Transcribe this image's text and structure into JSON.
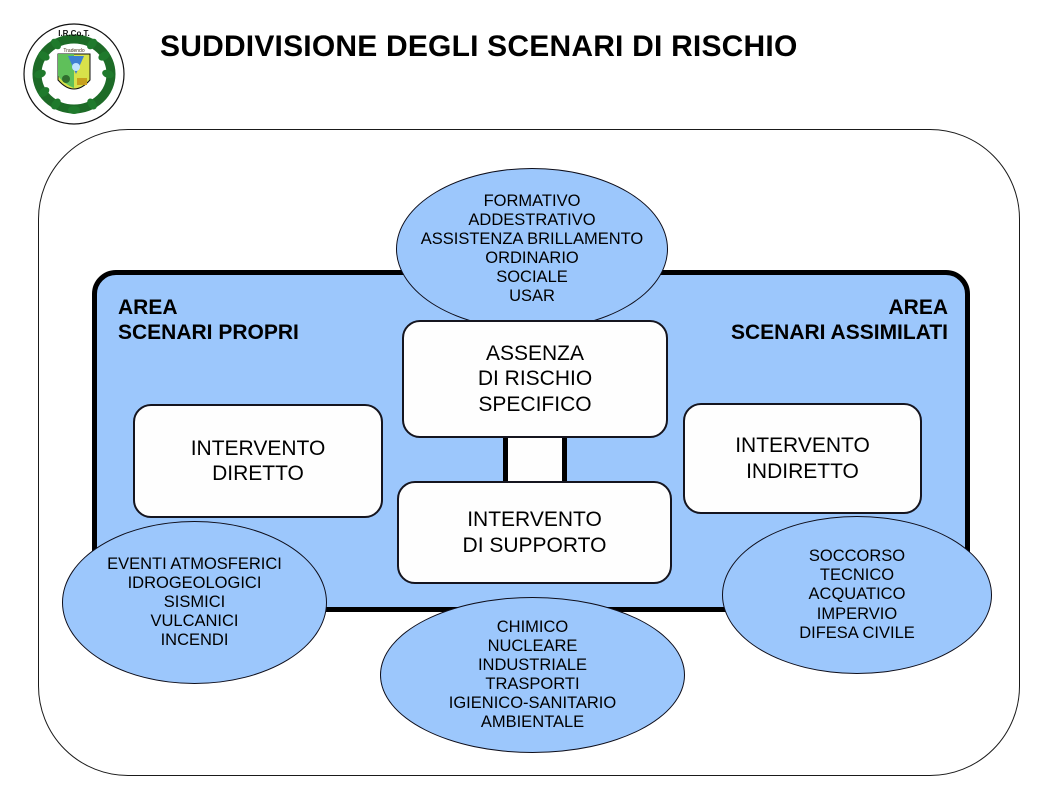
{
  "header": {
    "title": "SUDDIVISIONE DEGLI SCENARI DI RISCHIO",
    "logo_name": "ircot-emblem-logo",
    "logo_text": "I.R.Co.T."
  },
  "colors": {
    "ellipse_fill": "#9CC7FC",
    "area_fill": "#9CC7FC",
    "box_fill": "#FEFEFE",
    "stroke": "#000000",
    "background": "#FFFFFF"
  },
  "areas": {
    "left": {
      "label_line1": "AREA",
      "label_line2": "SCENARI PROPRI"
    },
    "right": {
      "label_line1": "AREA",
      "label_line2": "SCENARI ASSIMILATI"
    }
  },
  "boxes": {
    "intervento_diretto": "INTERVENTO\nDIRETTO",
    "intervento_indiretto": "INTERVENTO\nINDIRETTO",
    "assenza_rischio": "ASSENZA\nDI RISCHIO\nSPECIFICO",
    "intervento_supporto": "INTERVENTO\nDI SUPPORTO"
  },
  "ellipses": {
    "top": "FORMATIVO\nADDESTRATIVO\nASSISTENZA BRILLAMENTO\nORDINARIO\nSOCIALE\nUSAR",
    "bottom_left": "EVENTI ATMOSFERICI\nIDROGEOLOGICI\nSISMICI\nVULCANICI\nINCENDI",
    "bottom_mid": "CHIMICO\nNUCLEARE\nINDUSTRIALE\nTRASPORTI\nIGIENICO-SANITARIO\nAMBIENTALE",
    "bottom_right": "SOCCORSO\nTECNICO\nACQUATICO\nIMPERVIO\nDIFESA CIVILE"
  }
}
